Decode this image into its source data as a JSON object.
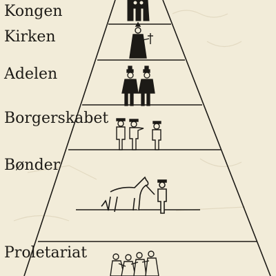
{
  "levels": [
    {
      "label": "Kongen"
    },
    {
      "label": "Kirken"
    },
    {
      "label": "Adelen"
    },
    {
      "label": "Borgerskabet"
    },
    {
      "label": "Bønder"
    },
    {
      "label": "Proletariat"
    }
  ],
  "colors": {
    "background": "#f2ecd9",
    "ink": "#1c1a16",
    "faint_print": "#e4dcc6"
  }
}
